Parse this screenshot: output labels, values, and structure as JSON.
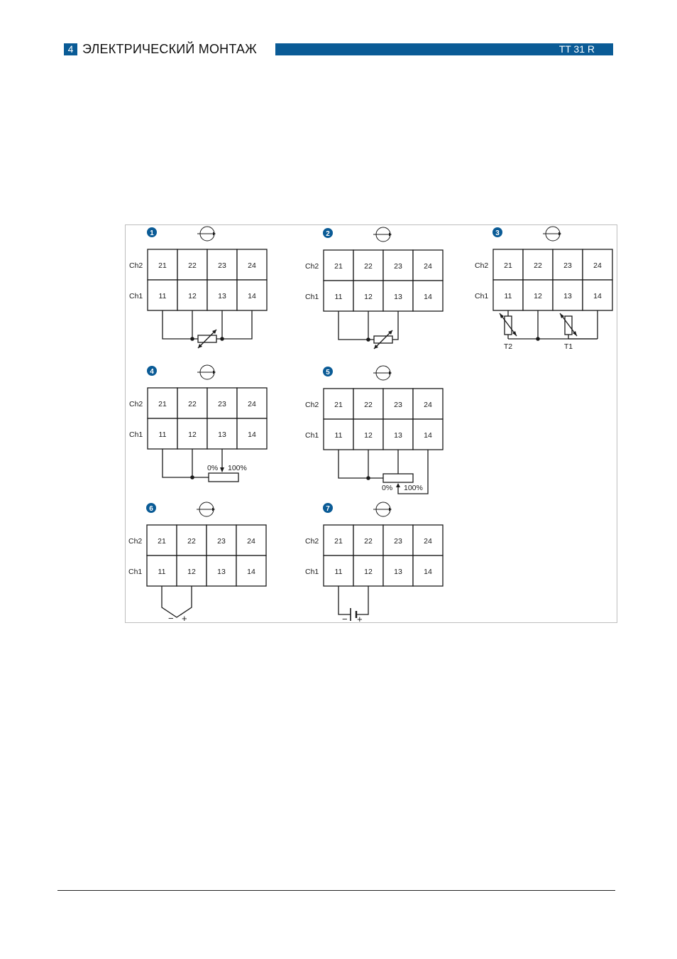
{
  "header": {
    "section_number": "4",
    "section_title": "ЭЛЕКТРИЧЕСКИЙ МОНТАЖ",
    "model": "TT 31 R",
    "accent_color": "#0a5b96"
  },
  "figure": {
    "row_labels": [
      "Ch2",
      "Ch1"
    ],
    "terminals_top": [
      "21",
      "22",
      "23",
      "24"
    ],
    "terminals_bottom": [
      "11",
      "12",
      "13",
      "14"
    ],
    "diagrams": [
      {
        "number": "1",
        "wiring": "4-wire variable resistor"
      },
      {
        "number": "2",
        "wiring": "3-wire variable resistor"
      },
      {
        "number": "3",
        "wiring": "2 resistance thermometers",
        "labels": [
          "T2",
          "T1"
        ]
      },
      {
        "number": "4",
        "wiring": "3-wire potentiometer",
        "labels": [
          "0%",
          "100%"
        ]
      },
      {
        "number": "5",
        "wiring": "4-wire potentiometer",
        "labels": [
          "0%",
          "100%"
        ]
      },
      {
        "number": "6",
        "wiring": "thermocouple",
        "labels": [
          "−",
          "+"
        ]
      },
      {
        "number": "7",
        "wiring": "voltage source",
        "labels": [
          "−",
          "+"
        ]
      }
    ]
  }
}
